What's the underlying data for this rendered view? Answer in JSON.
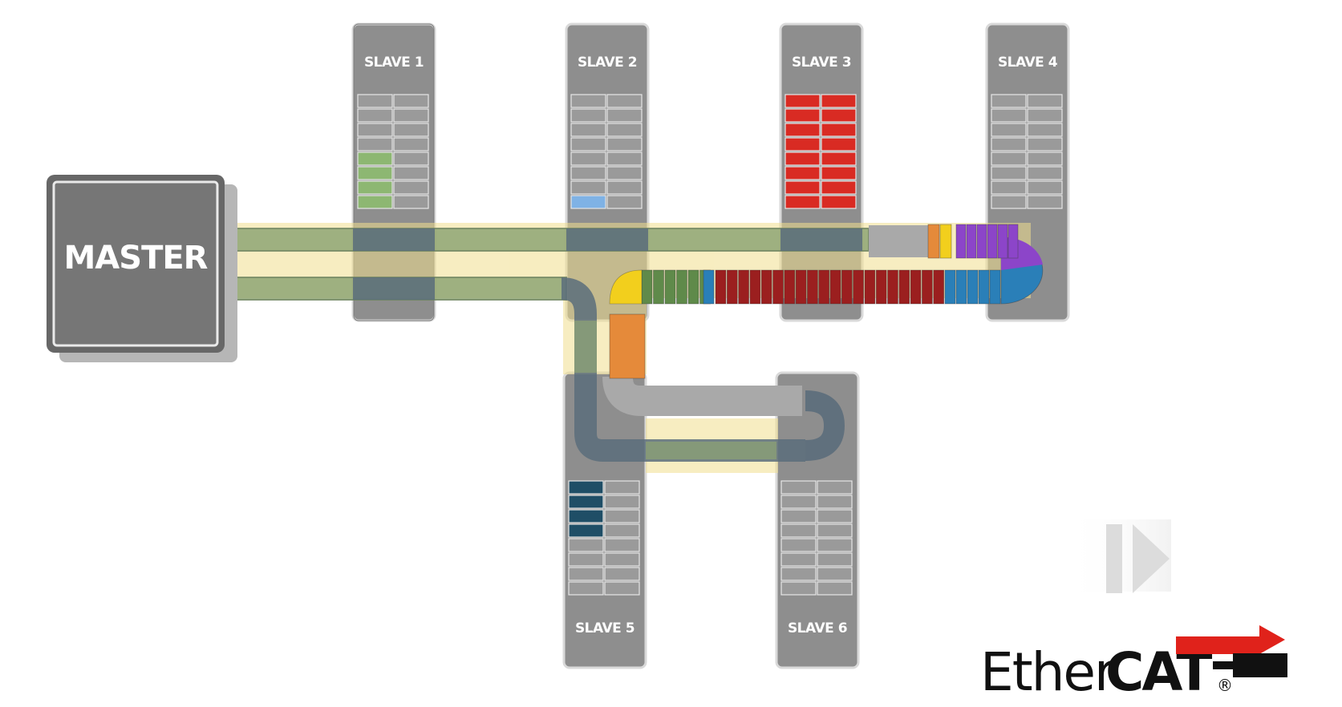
{
  "diagram": {
    "master_label": "MASTER",
    "slaves": [
      {
        "label": "SLAVE 1"
      },
      {
        "label": "SLAVE 2"
      },
      {
        "label": "SLAVE 3"
      },
      {
        "label": "SLAVE 4"
      },
      {
        "label": "SLAVE 5"
      },
      {
        "label": "SLAVE 6"
      }
    ]
  },
  "brand": {
    "light": "Ether",
    "bold": "CAT",
    "registered": "®"
  },
  "player": {
    "icon": "play-icon"
  },
  "colors": {
    "panel": "#8e8e8e",
    "panel_border": "#cfcfcf",
    "master": "#6b6b6b",
    "yellow_band": "#f3e6a8",
    "green_track": "#93a878",
    "dark_track": "#5b6d7b",
    "gray_track": "#a7a7a7",
    "red_packet": "#9b1f1f",
    "blue_packet": "#2a7fb8",
    "purple_packet": "#8c45c9",
    "orange_packet": "#e58a3a",
    "yellow_packet": "#f2cf1d",
    "green_packet": "#5f8a4a",
    "slave1_data": "#8db772",
    "slave2_data": "#7fb2e5",
    "slave3_data": "#d92b23",
    "slave5_data": "#1f4e66",
    "brand_red": "#e0221b"
  }
}
